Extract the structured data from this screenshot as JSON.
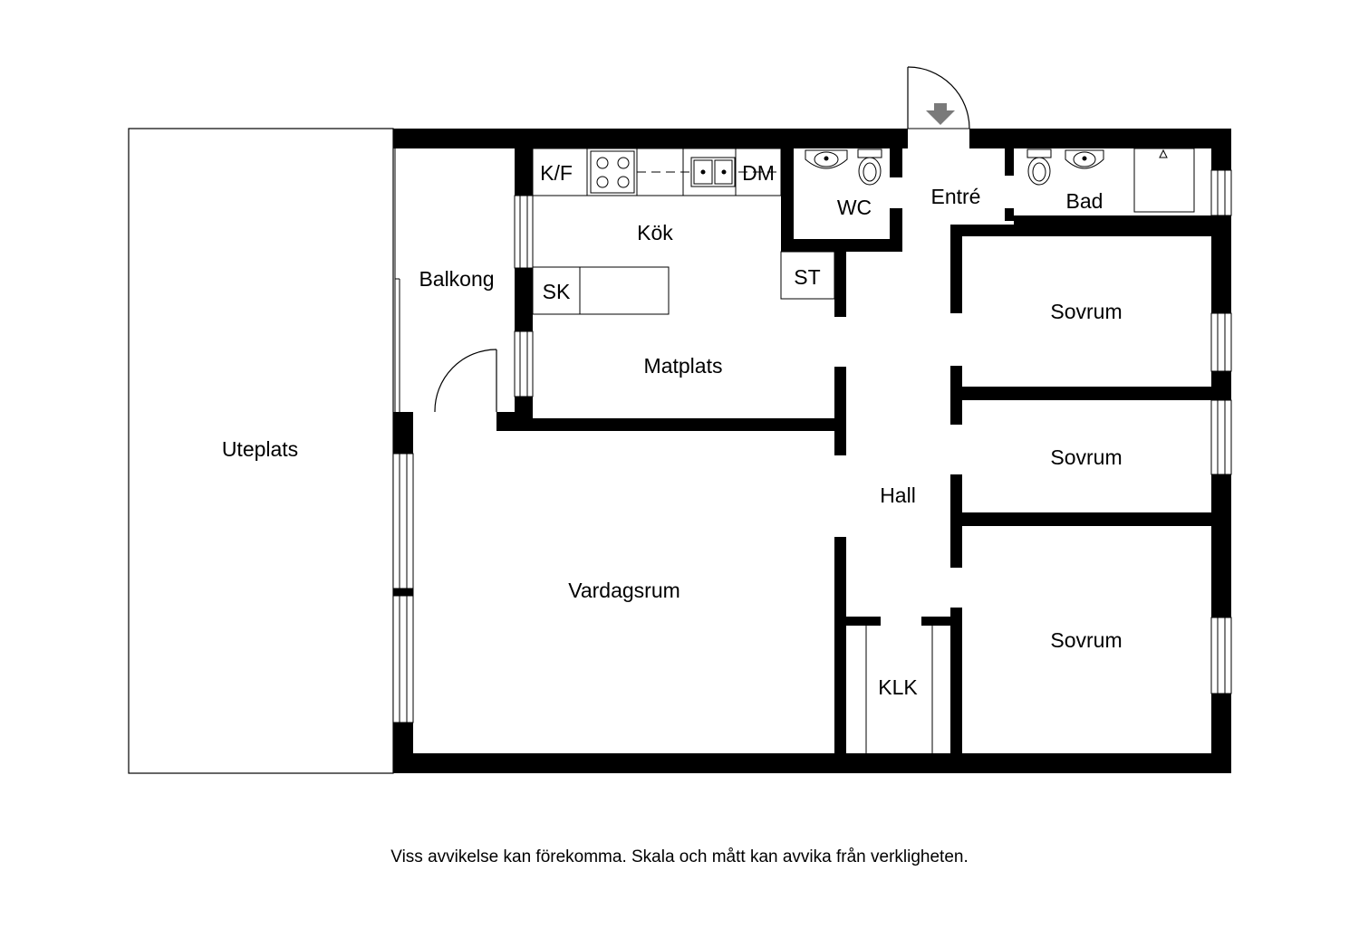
{
  "rooms": {
    "uteplats": "Uteplats",
    "balkong": "Balkong",
    "kok": "Kök",
    "matplats": "Matplats",
    "vardagsrum": "Vardagsrum",
    "wc": "WC",
    "entre": "Entré",
    "bad": "Bad",
    "hall": "Hall",
    "klk": "KLK",
    "sovrum_1": "Sovrum",
    "sovrum_2": "Sovrum",
    "sovrum_3": "Sovrum"
  },
  "fixtures": {
    "kf": "K/F",
    "dm": "DM",
    "sk": "SK",
    "st": "ST"
  },
  "disclaimer": "Viss avvikelse kan förekomma. Skala och mått kan avvika från verkligheten.",
  "colors": {
    "wall": "#000000",
    "background": "#ffffff",
    "arrow": "#7a7a7a"
  }
}
